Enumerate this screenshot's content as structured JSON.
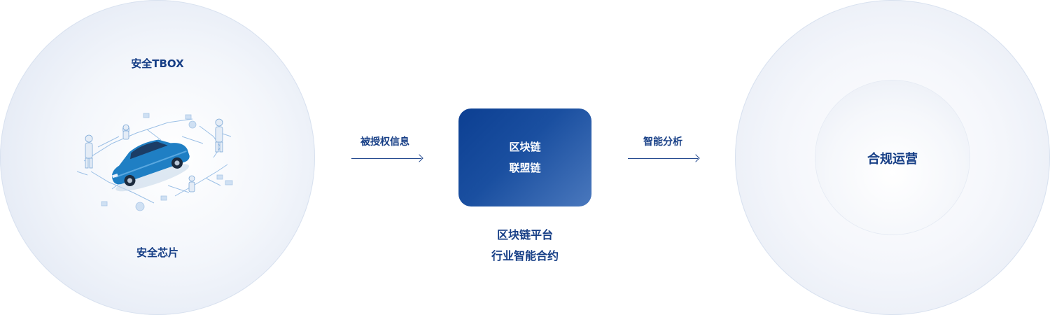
{
  "left": {
    "top_label": "安全TBOX",
    "bottom_label": "安全芯片"
  },
  "arrow1": {
    "label": "被授权信息"
  },
  "center": {
    "box_line1": "区块链",
    "box_line2": "联盟链",
    "caption_line1": "区块链平台",
    "caption_line2": "行业智能合约"
  },
  "arrow2": {
    "label": "智能分析"
  },
  "right": {
    "label": "合规运营"
  },
  "colors": {
    "text": "#163e86",
    "box_start": "#0c3f92",
    "box_end": "#4a78bd",
    "car": "#1f7fc4"
  }
}
